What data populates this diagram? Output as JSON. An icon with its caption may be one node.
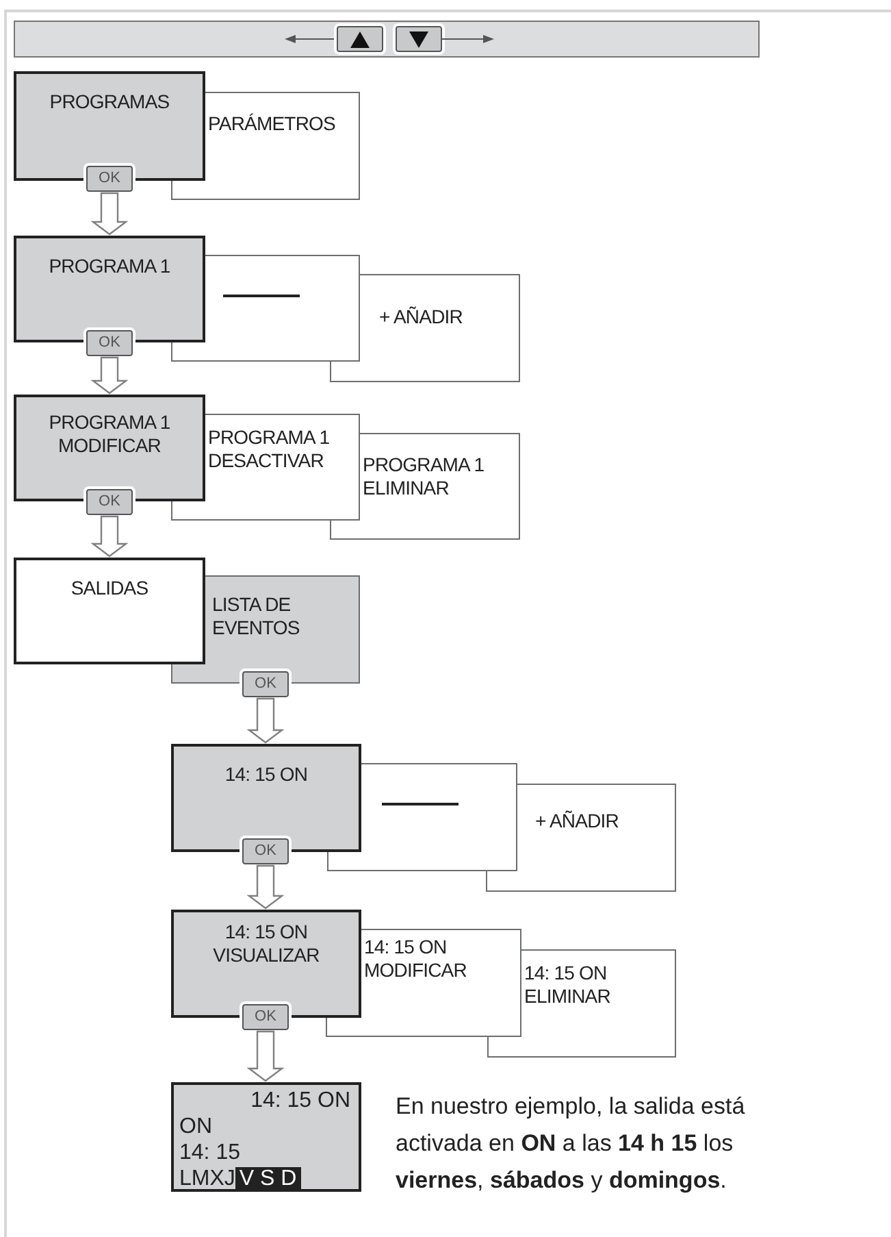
{
  "diagram": {
    "nodes": [
      {
        "text": [
          "PROGRAMAS"
        ]
      },
      {
        "text": [
          "PARÁMETROS"
        ]
      },
      {
        "text": [
          "OK"
        ]
      },
      {
        "text": [
          "PROGRAMA 1"
        ]
      },
      {
        "text": [],
        "shape": "box"
      },
      {
        "text": [
          "+ AÑADIR"
        ]
      },
      {
        "text": [
          "OK"
        ]
      },
      {
        "text": [
          "PROGRAMA 1 MODIFICAR"
        ]
      },
      {
        "text": [
          "PROGRAMA 1 DESACTIVAR"
        ]
      },
      {
        "text": [
          "PROGRAMA 1 ELIMINAR"
        ]
      },
      {
        "text": [
          "OK"
        ]
      },
      {
        "text": [
          "SALIDAS"
        ]
      },
      {
        "text": [
          "LISTA DE EVENTOS"
        ]
      },
      {
        "text": [
          "OK"
        ]
      },
      {
        "text": [
          "14: 15 ON"
        ]
      },
      {
        "text": [],
        "shape": "box"
      },
      {
        "text": [
          "+ AÑADIR"
        ]
      },
      {
        "text": [
          "OK"
        ]
      },
      {
        "text": [
          "14: 15 ON VISUALIZAR"
        ]
      },
      {
        "text": [
          "14: 15 ON MODIFICAR"
        ]
      },
      {
        "text": [
          "14: 15 ON ELIMINAR"
        ]
      },
      {
        "text": [
          "OK"
        ]
      },
      {
        "text": [
          "14: 15 ON",
          "ON",
          "14: 15",
          "LMXJ",
          "V S D"
        ]
      }
    ],
    "edges": [
      {
        "from": 2,
        "to": 3,
        "arrow": "to"
      },
      {
        "from": 6,
        "to": 7,
        "arrow": "to"
      },
      {
        "from": 10,
        "to": 11,
        "arrow": "to"
      },
      {
        "from": 13,
        "to": 14,
        "arrow": "to"
      },
      {
        "from": 17,
        "to": 18,
        "arrow": "to"
      },
      {
        "from": 21,
        "to": 22,
        "arrow": "to"
      }
    ],
    "labels": [
      "En nuestro ejemplo, la salida está activada en **ON** a las **14 h 15** los **viernes**, **sábados** y **domingos**."
    ]
  }
}
